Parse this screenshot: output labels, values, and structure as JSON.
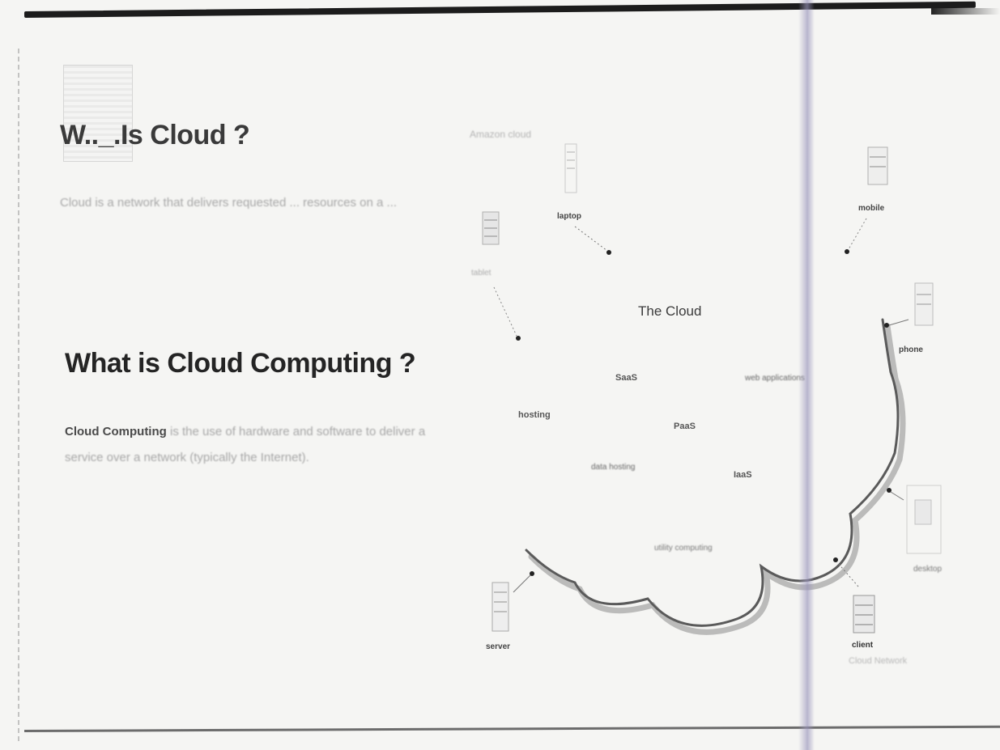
{
  "slide": {
    "heading_1": "W.._.Is Cloud ?",
    "description_1": "Cloud is a network that delivers requested ... resources on a ... ",
    "heading_2": "What is Cloud Computing ?",
    "description_2_lead": "Cloud Computing",
    "description_2_rest": " is the use of hardware and software to deliver a service over a network (typically the Internet)."
  },
  "diagram": {
    "top_caption": "Amazon cloud",
    "cloud_title": "The Cloud",
    "services": [
      "SaaS",
      "web applications",
      "hosting",
      "PaaS",
      "data hosting",
      "IaaS",
      "utility computing"
    ],
    "clients": [
      "laptop",
      "tablet",
      "mobile",
      "phone",
      "desktop",
      "server",
      "client"
    ],
    "bottom_caption": "Cloud Network"
  },
  "colors": {
    "top_rule": "#1c1c1c",
    "fold_shadow": "#9f9ac0",
    "heading": "#242424"
  }
}
